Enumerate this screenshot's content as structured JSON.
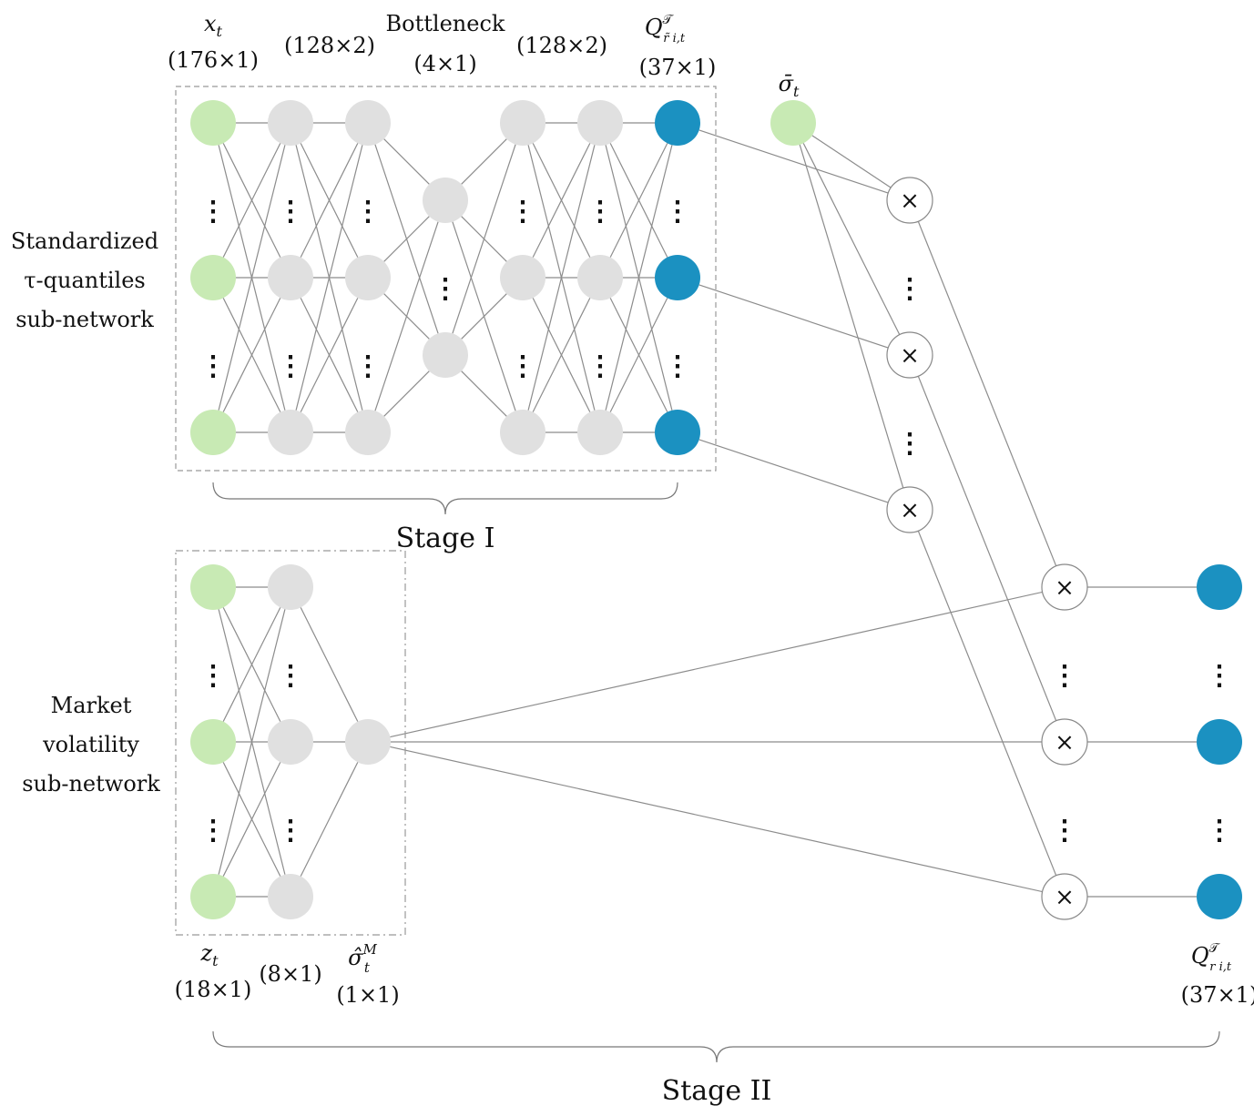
{
  "colors": {
    "input": "#c8eab4",
    "hidden": "#e0e0e0",
    "output": "#1b91c1",
    "edge": "#8c8c8c",
    "box": "#999999"
  },
  "stage1": {
    "labels": {
      "input_sym": "x",
      "input_sub": "t",
      "input_dim": "(176×1)",
      "enc_dim": "(128×2)",
      "bottleneck": "Bottleneck",
      "bottleneck_dim": "(4×1)",
      "dec_dim": "(128×2)",
      "out_sym": "Q",
      "out_sup": "𝒯",
      "out_sub": "r̃ i,t",
      "out_dim": "(37×1)",
      "sigma_bar": "σ̄",
      "sigma_bar_sub": "t"
    },
    "side_label": [
      "Standardized",
      "τ-quantiles",
      "sub-network"
    ],
    "stage_label": "Stage I",
    "multiply_symbol": "×"
  },
  "stage2": {
    "labels": {
      "input_sym": "z",
      "input_sub": "t",
      "input_dim": "(18×1)",
      "hidden_dim": "(8×1)",
      "out_sym": "σ̂",
      "out_sub": "t",
      "out_sup": "M",
      "out_dim": "(1×1)",
      "final_sym": "Q",
      "final_sup": "𝒯",
      "final_sub": "r i,t",
      "final_dim": "(37×1)"
    },
    "side_label": [
      "Market",
      "volatility",
      "sub-network"
    ],
    "stage_label": "Stage II",
    "multiply_symbol": "×"
  }
}
